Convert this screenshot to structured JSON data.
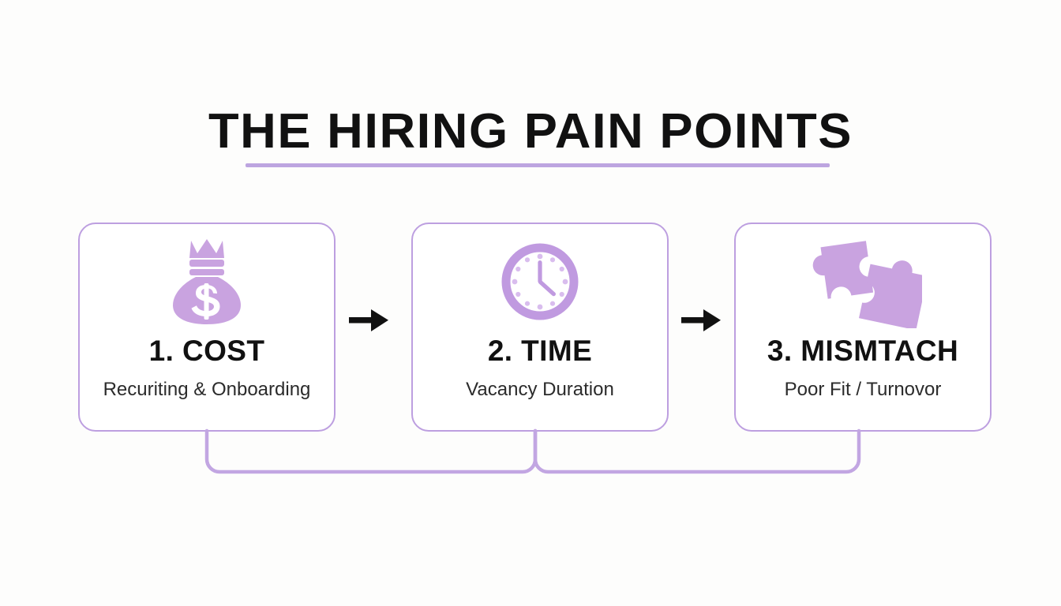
{
  "slide": {
    "background_color": "#fdfdfc",
    "accent_color": "#bd9fe0",
    "icon_color": "#c9a3e0",
    "title_color": "#111111"
  },
  "header": {
    "title": "THE HIRING PAIN POINTS",
    "underline_color": "#bda5e0"
  },
  "cards": [
    {
      "icon": "money-bag-icon",
      "title": "1. COST",
      "subtitle": "Recuriting & Onboarding"
    },
    {
      "icon": "clock-icon",
      "title": "2. TIME",
      "subtitle": "Vacancy Duration"
    },
    {
      "icon": "puzzle-pieces-icon",
      "title": "3. MISMTACH",
      "subtitle": "Poor Fit / Turnovor"
    }
  ],
  "arrows": [
    {
      "name": "arrow-right-icon",
      "glyph": "→"
    },
    {
      "name": "arrow-right-icon",
      "glyph": "→"
    }
  ]
}
